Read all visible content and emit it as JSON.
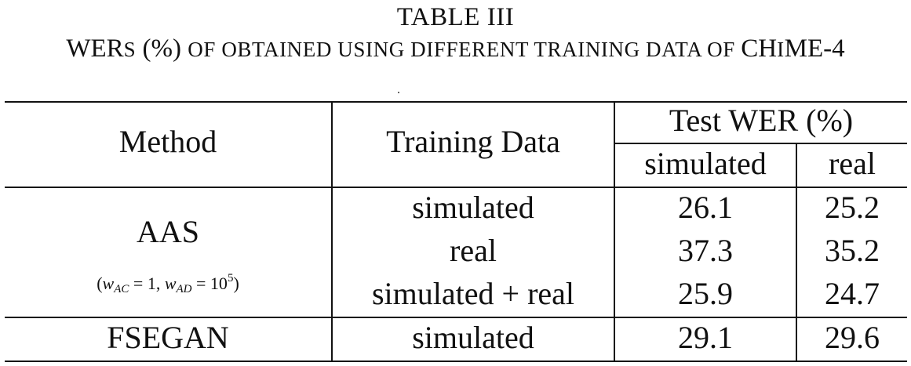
{
  "caption": {
    "table_no": "TABLE III",
    "line": {
      "lead": "WER",
      "s": "S",
      "pct": " (%) ",
      "body": "OF OBTAINED USING DIFFERENT TRAINING DATA OF ",
      "ch": "CH",
      "i": "I",
      "me": "ME-4"
    }
  },
  "table": {
    "headers": {
      "method": "Method",
      "training_data": "Training Data",
      "test_wer": "Test WER (%)",
      "simulated": "simulated",
      "real": "real"
    },
    "groups": [
      {
        "method": "AAS",
        "params": {
          "open": "(",
          "w1": "w",
          "sub1": "AC",
          "eq1": " = 1, ",
          "w2": "w",
          "sub2": "AD",
          "eq2": " = 10",
          "exp": "5",
          "close": ")"
        },
        "rows": [
          {
            "training": "simulated",
            "sim": "26.1",
            "real": "25.2"
          },
          {
            "training": "real",
            "sim": "37.3",
            "real": "35.2"
          },
          {
            "training": "simulated + real",
            "sim": "25.9",
            "real": "24.7"
          }
        ]
      },
      {
        "method": "FSEGAN",
        "rows": [
          {
            "training": "simulated",
            "sim": "29.1",
            "real": "29.6"
          }
        ]
      }
    ]
  }
}
